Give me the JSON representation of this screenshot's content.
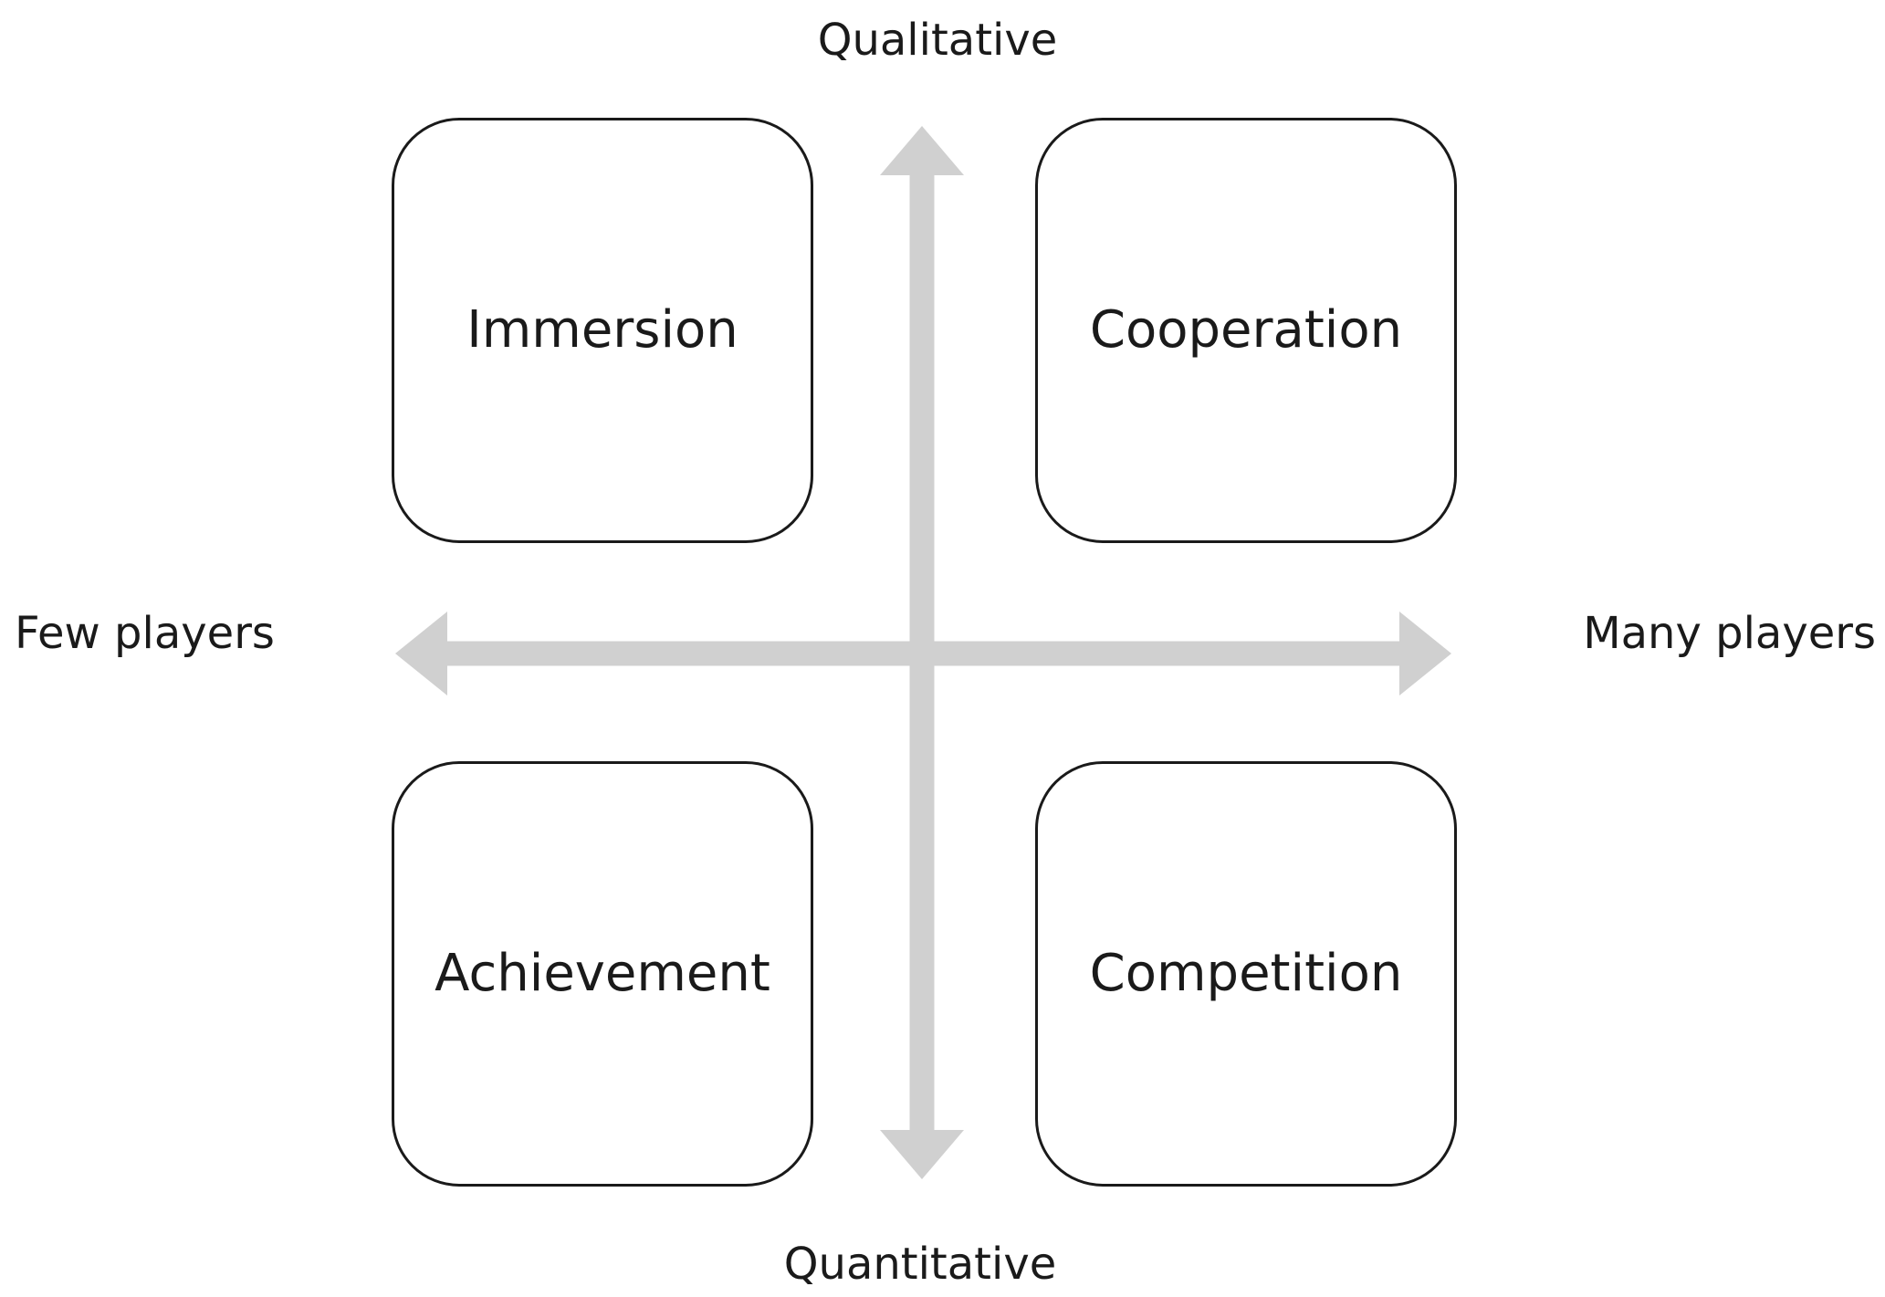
{
  "axes": {
    "top_label": "Qualitative",
    "bottom_label": "Quantitative",
    "left_label": "Few players",
    "right_label": "Many players",
    "arrow_color": "#d0d0d0"
  },
  "quadrants": {
    "top_left": "Immersion",
    "top_right": "Cooperation",
    "bottom_left": "Achievement",
    "bottom_right": "Competition"
  },
  "colors": {
    "box_border": "#1a1a1a",
    "text": "#1a1a1a",
    "background": "#ffffff"
  }
}
